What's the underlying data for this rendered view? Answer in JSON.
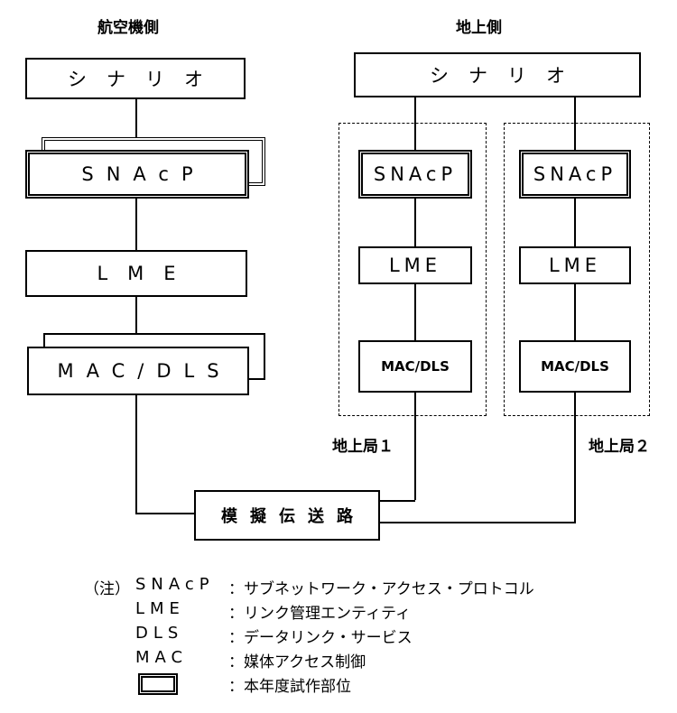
{
  "headers": {
    "aircraft": "航空機側",
    "ground": "地上側"
  },
  "aircraft": {
    "scenario": "シナリオ",
    "snacp": "SNAcP",
    "lme": "LME",
    "macdls": "MAC/DLS"
  },
  "ground": {
    "scenario": "シナリオ",
    "station1": {
      "snacp": "SNAcP",
      "lme": "LME",
      "macdls": "MAC/DLS",
      "label": "地上局１"
    },
    "station2": {
      "snacp": "SNAcP",
      "lme": "LME",
      "macdls": "MAC/DLS",
      "label": "地上局２"
    }
  },
  "channel": "模擬伝送路",
  "legend": {
    "note": "（注）",
    "items": [
      {
        "key": "SNAcP",
        "desc": "：サブネットワーク・アクセス・プロトコル"
      },
      {
        "key": "LME",
        "desc": "：リンク管理エンティティ"
      },
      {
        "key": "DLS",
        "desc": "：データリンク・サービス"
      },
      {
        "key": "MAC",
        "desc": "：媒体アクセス制御"
      },
      {
        "key": "",
        "desc": "：本年度試作部位"
      }
    ]
  }
}
